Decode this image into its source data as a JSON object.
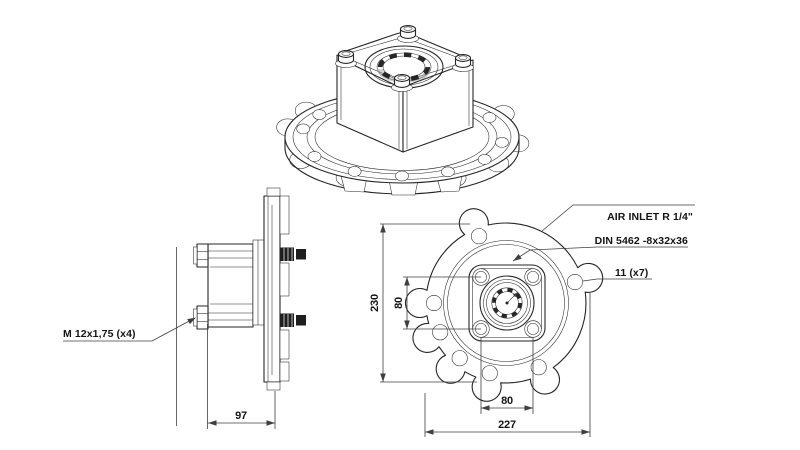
{
  "drawing": {
    "callouts": {
      "air_inlet": "AIR INLET R 1/4\"",
      "spline_standard": "DIN 5462 -8x32x36",
      "rim_holes": "11 (x7)",
      "mounting_bolts": "M 12x1,75 (x4)"
    },
    "dimensions": {
      "side_depth": "97",
      "flange_diameter": "230",
      "bolt_spacing_vertical": "80",
      "bolt_spacing_horizontal": "80",
      "overall_width": "227"
    },
    "colors": {
      "line": "#262626",
      "dimension_line": "#3f3f3f",
      "background": "#ffffff"
    }
  }
}
